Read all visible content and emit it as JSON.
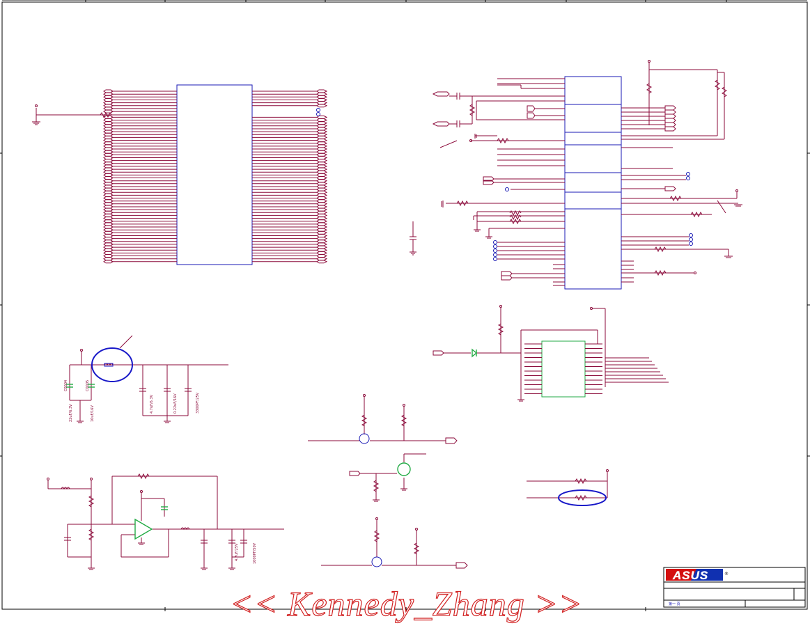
{
  "title_block": {
    "logo": "ASUS",
    "registered_mark": "®",
    "sheet_label": "第一 頁"
  },
  "watermark": "<< Kennedy_Zhang >>",
  "capacitor_values": {
    "c_left_1": "22uF/6.3V",
    "c_left_2": "10uF/16V",
    "c_mid_1": "4.7uF/6.3V",
    "c_mid_2": "0.22uF/16V",
    "c_mid_3": "3300PF/25V",
    "c_bot_1": "4.7uF/25V",
    "c_bot_2": "1000PF/50V"
  },
  "ref_labels": {
    "c_left_ref_1": "C0004",
    "c_left_ref_2": "C0005"
  },
  "colors": {
    "wire": "#8b0a3a",
    "body": "#1a1ab4",
    "border": "#000000",
    "highlight": "#1818c8",
    "green_part": "#22aa44",
    "watermark": "#d22222"
  }
}
